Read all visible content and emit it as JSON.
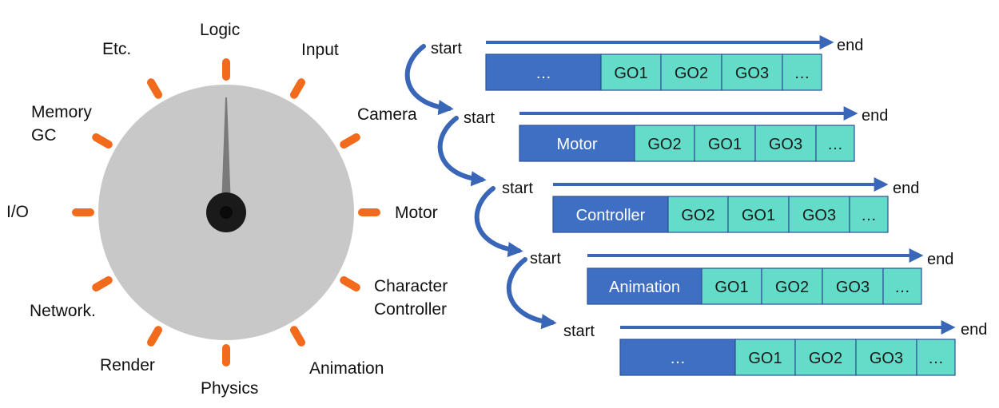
{
  "dial": {
    "labels": [
      "Logic",
      "Input",
      "Camera",
      "Motor",
      "Character",
      "Controller",
      "Animation",
      "Physics",
      "Render",
      "Network.",
      "I/O",
      "Memory",
      "GC",
      "Etc."
    ]
  },
  "pipeline": {
    "start_label": "start",
    "end_label": "end",
    "rows": [
      {
        "cells": [
          "…",
          "GO1",
          "GO2",
          "GO3",
          "…"
        ]
      },
      {
        "cells": [
          "Motor",
          "GO2",
          "GO1",
          "GO3",
          "…"
        ]
      },
      {
        "cells": [
          "Controller",
          "GO2",
          "GO1",
          "GO3",
          "…"
        ]
      },
      {
        "cells": [
          "Animation",
          "GO1",
          "GO2",
          "GO3",
          "…"
        ]
      },
      {
        "cells": [
          "…",
          "GO1",
          "GO2",
          "GO3",
          "…"
        ]
      }
    ]
  },
  "colors": {
    "dial_face": "#c8c8c8",
    "tick": "#f26a1b",
    "needle": "#7a7a7a",
    "hub": "#1a1a1a",
    "head_cell": "#3f6fc2",
    "go_cell": "#63dcc9",
    "arrow": "#3a66b8"
  }
}
